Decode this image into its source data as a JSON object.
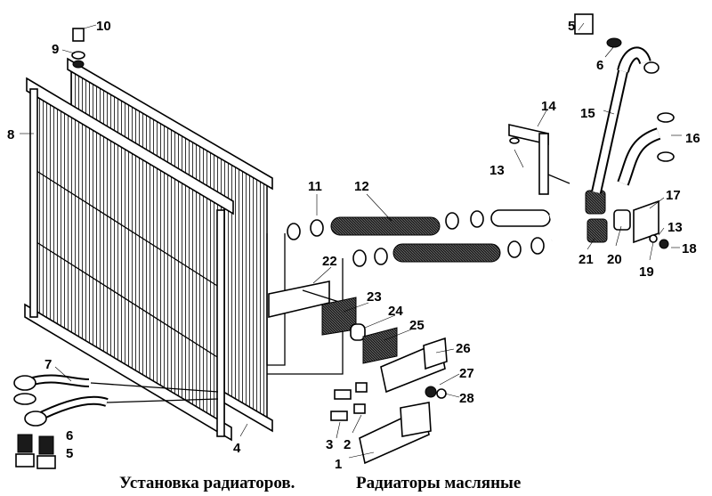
{
  "caption": {
    "title": "Установка радиаторов.",
    "subtitle": "Радиаторы масляные"
  },
  "callouts": [
    {
      "id": "c10",
      "text": "10"
    },
    {
      "id": "c9",
      "text": "9"
    },
    {
      "id": "c8",
      "text": "8"
    },
    {
      "id": "c7",
      "text": "7"
    },
    {
      "id": "c6l",
      "text": "6"
    },
    {
      "id": "c5l",
      "text": "5"
    },
    {
      "id": "c4",
      "text": "4"
    },
    {
      "id": "c11",
      "text": "11"
    },
    {
      "id": "c12",
      "text": "12"
    },
    {
      "id": "c22",
      "text": "22"
    },
    {
      "id": "c23",
      "text": "23"
    },
    {
      "id": "c24",
      "text": "24"
    },
    {
      "id": "c25",
      "text": "25"
    },
    {
      "id": "c26",
      "text": "26"
    },
    {
      "id": "c27",
      "text": "27"
    },
    {
      "id": "c28",
      "text": "28"
    },
    {
      "id": "c3",
      "text": "3"
    },
    {
      "id": "c2",
      "text": "2"
    },
    {
      "id": "c1",
      "text": "1"
    },
    {
      "id": "c5r",
      "text": "5"
    },
    {
      "id": "c6r",
      "text": "6"
    },
    {
      "id": "c14",
      "text": "14"
    },
    {
      "id": "c13a",
      "text": "13"
    },
    {
      "id": "c15",
      "text": "15"
    },
    {
      "id": "c16",
      "text": "16"
    },
    {
      "id": "c17",
      "text": "17"
    },
    {
      "id": "c13b",
      "text": "13"
    },
    {
      "id": "c18",
      "text": "18"
    },
    {
      "id": "c19",
      "text": "19"
    },
    {
      "id": "c20",
      "text": "20"
    },
    {
      "id": "c21",
      "text": "21"
    }
  ]
}
